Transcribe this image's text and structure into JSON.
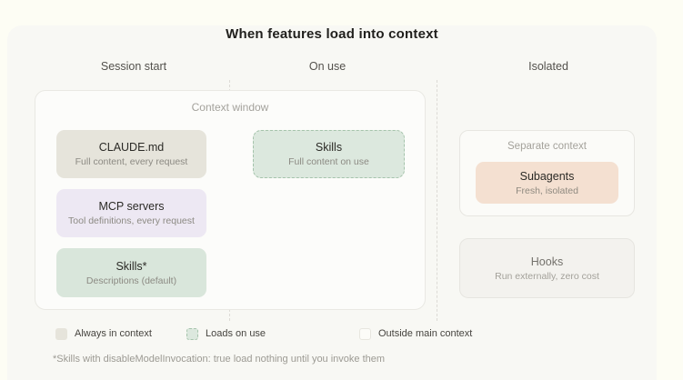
{
  "title": "When features load into context",
  "columns": {
    "session_start": "Session start",
    "on_use": "On use",
    "isolated": "Isolated"
  },
  "context_window": {
    "label": "Context window",
    "claude_md": {
      "title": "CLAUDE.md",
      "subtitle": "Full content, every request"
    },
    "mcp_servers": {
      "title": "MCP servers",
      "subtitle": "Tool definitions, every request"
    },
    "skills_default": {
      "title": "Skills*",
      "subtitle": "Descriptions (default)"
    },
    "skills_on_use": {
      "title": "Skills",
      "subtitle": "Full content on use"
    }
  },
  "separate_context": {
    "label": "Separate context",
    "subagents": {
      "title": "Subagents",
      "subtitle": "Fresh, isolated"
    }
  },
  "hooks": {
    "title": "Hooks",
    "subtitle": "Run externally, zero cost"
  },
  "legend": {
    "always_in_context": "Always in context",
    "loads_on_use": "Loads on use",
    "outside_main_context": "Outside main context"
  },
  "footnote": "*Skills with disableModelInvocation: true load nothing until you invoke them",
  "colors": {
    "canvas_bg": "#FDFDF4",
    "panel_bg": "#F8F8F4",
    "always_in_context_swatch": "#E6E4DB",
    "mcp_card": "#EDE8F3",
    "loads_on_use_swatch": "#DCE8DE",
    "loads_on_use_dashed_border": "#A5C3AB",
    "subagents_card": "#F4E0D1",
    "outside_main_context_swatch": "#FCFCF8"
  }
}
